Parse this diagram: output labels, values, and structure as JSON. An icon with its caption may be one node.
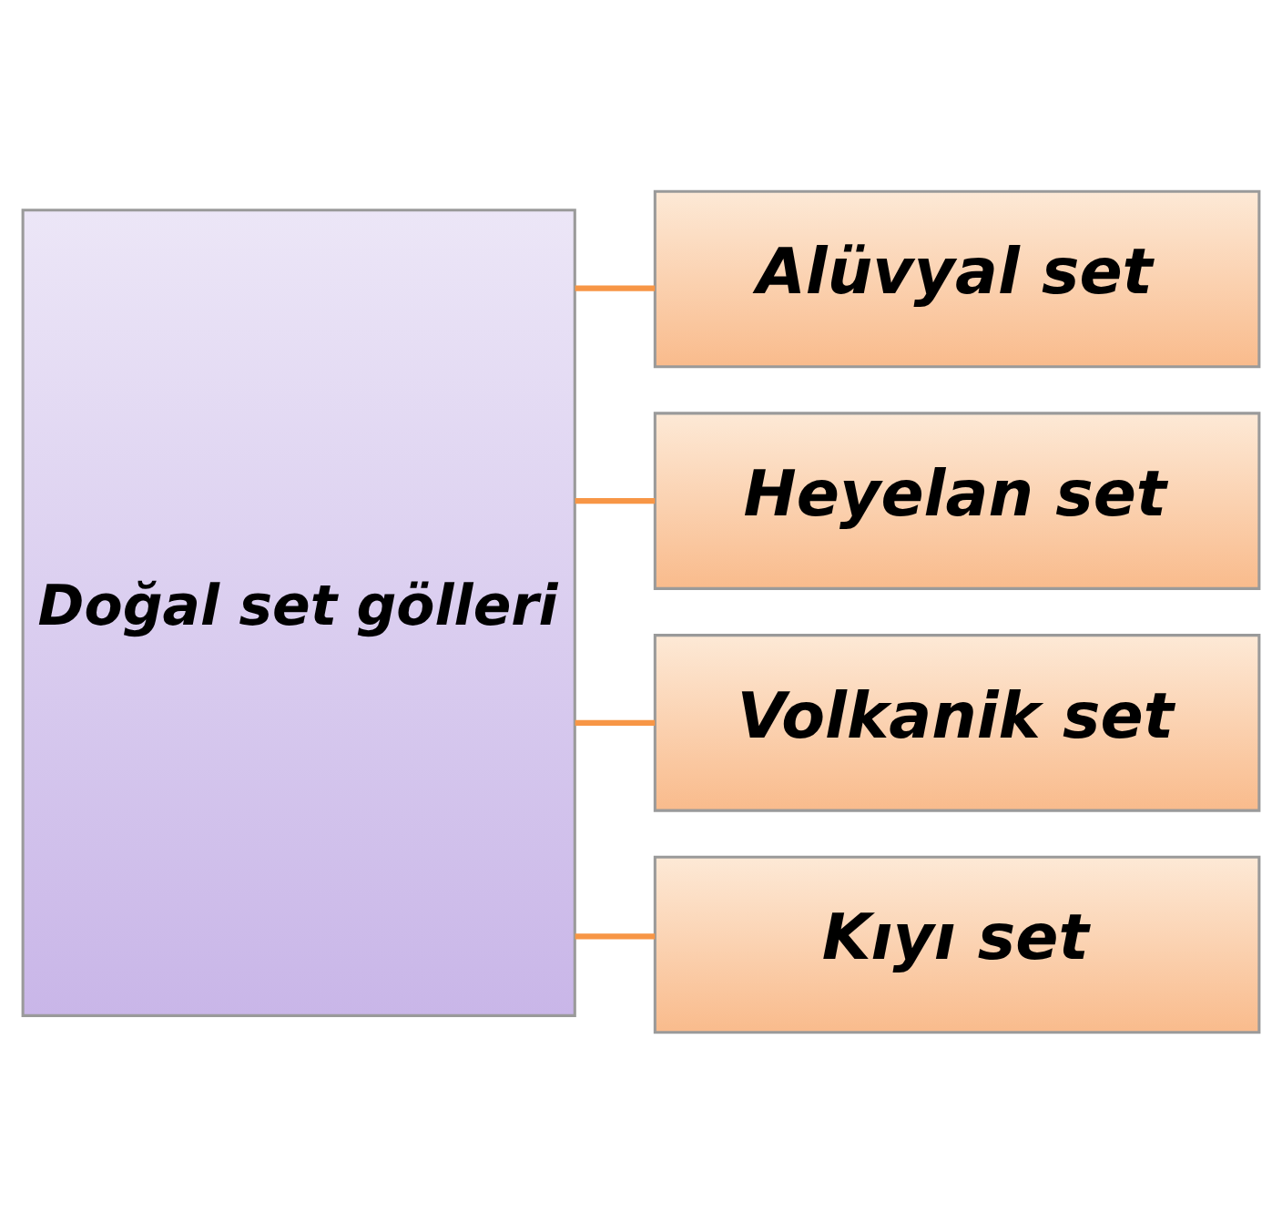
{
  "diagram": {
    "nodes": [
      {
        "text": [
          "Doğal set gölleri"
        ]
      },
      {
        "text": [
          "Alüvyal set"
        ]
      },
      {
        "text": [
          "Heyelan set"
        ]
      },
      {
        "text": [
          "Volkanik set"
        ]
      },
      {
        "text": [
          "Kıyı set"
        ]
      }
    ],
    "edges": [
      {
        "from": 0,
        "to": 1,
        "arrow": "none"
      },
      {
        "from": 0,
        "to": 2,
        "arrow": "none"
      },
      {
        "from": 0,
        "to": 3,
        "arrow": "none"
      },
      {
        "from": 0,
        "to": 4,
        "arrow": "none"
      }
    ]
  }
}
